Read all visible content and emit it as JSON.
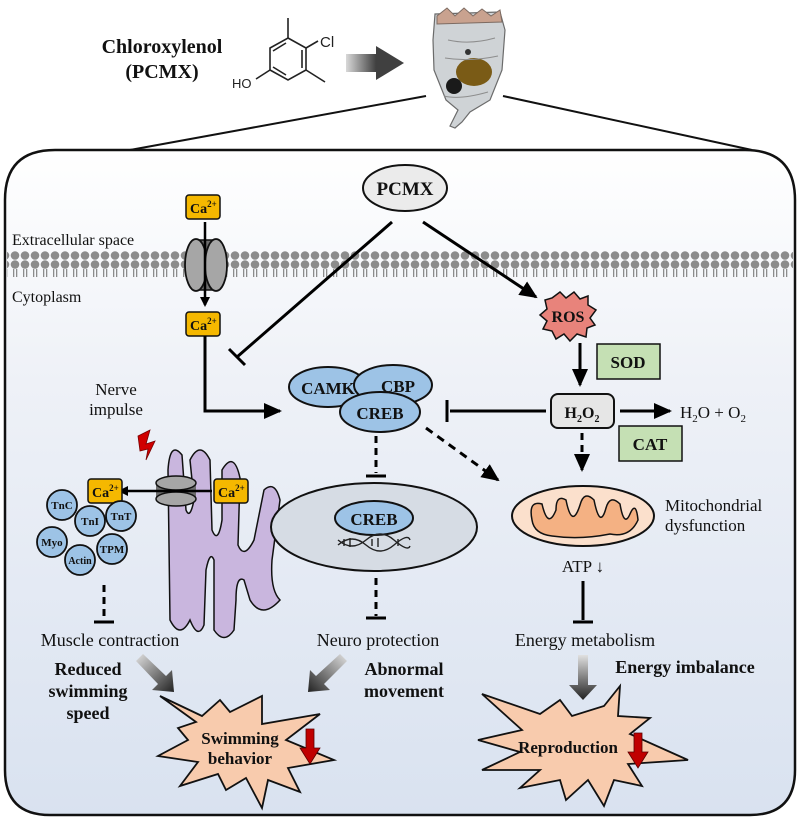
{
  "header": {
    "compound_name": "Chloroxylenol",
    "compound_abbrev": "(PCMX)",
    "structure_labels": {
      "cl": "Cl",
      "ho": "HO"
    },
    "organism_icon": "rotifer-image"
  },
  "membrane": {
    "extracellular_label": "Extracellular space",
    "cytoplasm_label": "Cytoplasm"
  },
  "nodes": {
    "pcmx": "PCMX",
    "ros": "ROS",
    "sod": "SOD",
    "cat": "CAT",
    "h2o2": {
      "main": "H",
      "sub1": "2",
      "mid": "O",
      "sub2": "2"
    },
    "h2o_o2": {
      "a": "H",
      "sub1": "2",
      "b": "O + O",
      "sub2": "2"
    },
    "ca_ion": {
      "base": "Ca",
      "sup": "2+"
    },
    "camk": "CAMK",
    "cbp": "CBP",
    "creb": "CREB",
    "creb_nucleus": "CREB",
    "nerve_impulse": [
      "Nerve",
      "impulse"
    ],
    "muscle_proteins": [
      "TnC",
      "TnI",
      "TnT",
      "Myo",
      "Actin",
      "TPM"
    ],
    "mito_label": [
      "Mitochondrial",
      "dysfunction"
    ],
    "atp": "ATP ↓"
  },
  "outcomes": {
    "muscle": "Muscle contraction",
    "neuro": "Neuro protection",
    "energy": "Energy metabolism",
    "reduced_speed": [
      "Reduced",
      "swimming",
      "speed"
    ],
    "abnormal": [
      "Abnormal",
      "movement"
    ],
    "energy_imbalance": "Energy imbalance",
    "swimming_behavior": [
      "Swimming",
      "behavior"
    ],
    "reproduction": "Reproduction"
  },
  "colors": {
    "calcium": "#f5b800",
    "ros": "#e8837b",
    "enzyme": "#c5e0b4",
    "creb_complex": "#9dc3e6",
    "er": "#c9b6de",
    "nucleus": "#d6dce4",
    "mito": "#f8cbad",
    "burst": "#f8cbad",
    "down_arrow": "#c00000",
    "panel_top": "#ffffff",
    "panel_bottom": "#dae3f1"
  }
}
